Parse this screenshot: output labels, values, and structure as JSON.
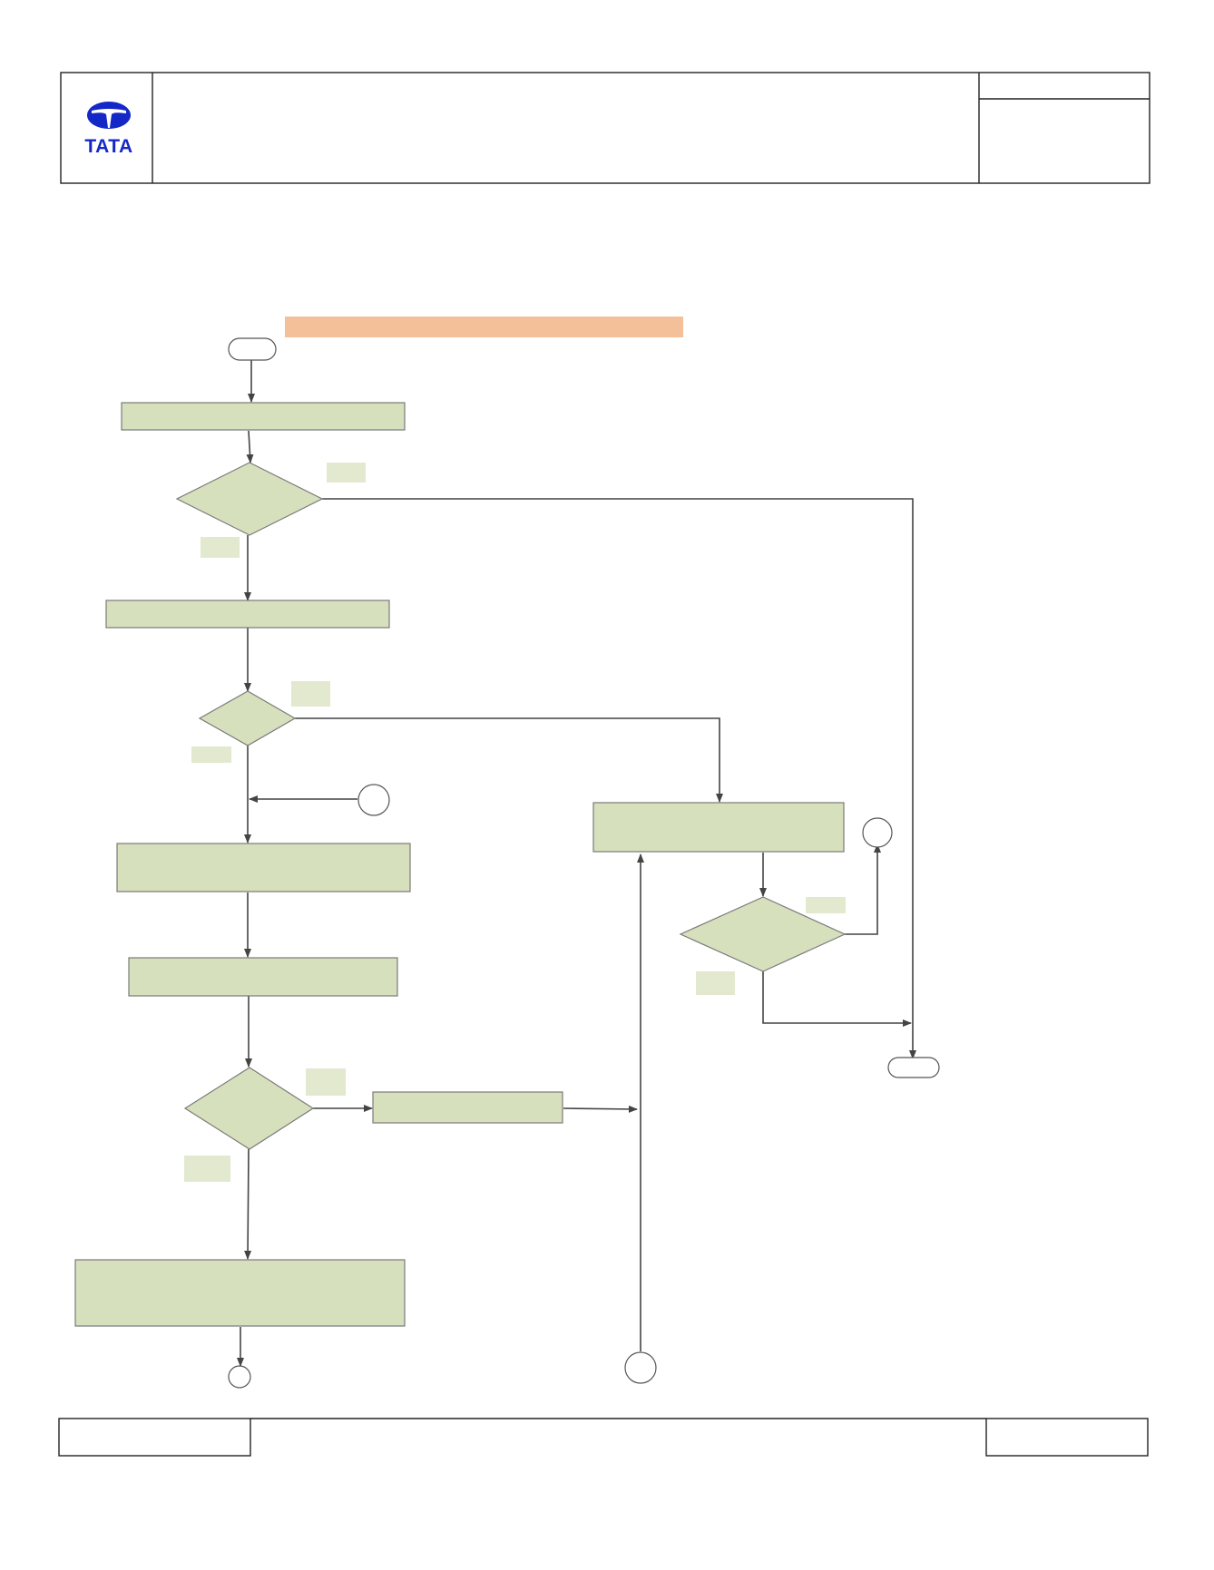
{
  "header": {
    "logo": {
      "icon": "tata-logo-icon",
      "wordmark": "TATA",
      "color": "#1428c8"
    },
    "title": "",
    "doc_ref_top": "",
    "doc_ref_bottom": ""
  },
  "flowchart": {
    "title_banner": {
      "text": "",
      "color": "#f4c09a"
    },
    "colors": {
      "node_fill": "#d7e0bd",
      "node_stroke": "#7a7a7a",
      "edge": "#444444",
      "label_fill": "#e2e9cf"
    },
    "nodes": [
      {
        "id": "start",
        "type": "terminal",
        "text": ""
      },
      {
        "id": "p1",
        "type": "process",
        "text": ""
      },
      {
        "id": "d1",
        "type": "decision",
        "text": ""
      },
      {
        "id": "p2",
        "type": "process",
        "text": ""
      },
      {
        "id": "d2",
        "type": "decision",
        "text": ""
      },
      {
        "id": "c_in_left",
        "type": "connector",
        "text": ""
      },
      {
        "id": "p3",
        "type": "process",
        "text": ""
      },
      {
        "id": "p4",
        "type": "process",
        "text": ""
      },
      {
        "id": "d3",
        "type": "decision",
        "text": ""
      },
      {
        "id": "p5",
        "type": "process",
        "text": ""
      },
      {
        "id": "p6",
        "type": "process",
        "text": ""
      },
      {
        "id": "c_out_bottom",
        "type": "connector",
        "text": ""
      },
      {
        "id": "p7",
        "type": "process",
        "text": ""
      },
      {
        "id": "d4",
        "type": "decision",
        "text": ""
      },
      {
        "id": "c_out_right",
        "type": "connector",
        "text": ""
      },
      {
        "id": "end",
        "type": "terminal",
        "text": ""
      },
      {
        "id": "c_in_bottom",
        "type": "connector",
        "text": ""
      }
    ],
    "edge_labels": [
      {
        "id": "d1_right",
        "text": ""
      },
      {
        "id": "d1_down",
        "text": ""
      },
      {
        "id": "d2_right",
        "text": ""
      },
      {
        "id": "d2_down",
        "text": ""
      },
      {
        "id": "d4_right",
        "text": ""
      },
      {
        "id": "d4_down",
        "text": ""
      },
      {
        "id": "d3_right",
        "text": ""
      },
      {
        "id": "d3_down",
        "text": ""
      }
    ]
  },
  "footer": {
    "left": "",
    "center": "",
    "right": ""
  }
}
